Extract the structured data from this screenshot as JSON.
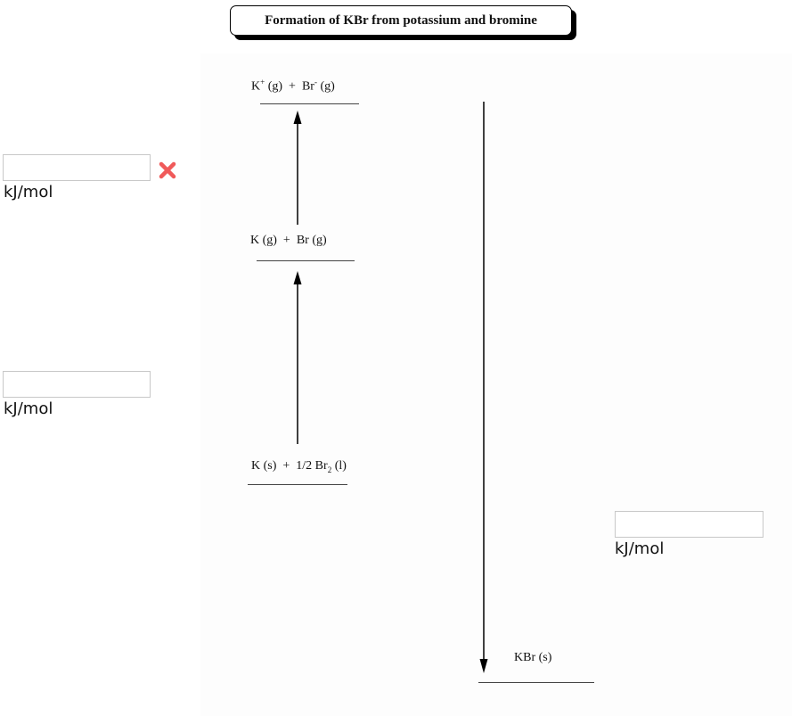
{
  "title": "Formation of KBr from potassium and bromine",
  "levels": {
    "ions": {
      "species1": "K",
      "charge1": "+",
      "phase1": " (g)",
      "plus": "+",
      "species2": "Br",
      "charge2": "-",
      "phase2": " (g)"
    },
    "gas_atoms": {
      "text": "K (g)  +  Br (g)"
    },
    "elements": {
      "species1": "K (s)",
      "plus": "+",
      "species2a": "1/2 Br",
      "subscript": "2",
      "phase2": " (l)"
    },
    "product": {
      "text": "KBr (s)"
    }
  },
  "inputs": {
    "input1": {
      "value": "",
      "unit": "kJ/mol",
      "status": "incorrect",
      "status_icon": "x-mark-icon",
      "status_color": "#f05a5a"
    },
    "input2": {
      "value": "",
      "unit": "kJ/mol"
    },
    "input3": {
      "value": "",
      "unit": "kJ/mol"
    }
  }
}
